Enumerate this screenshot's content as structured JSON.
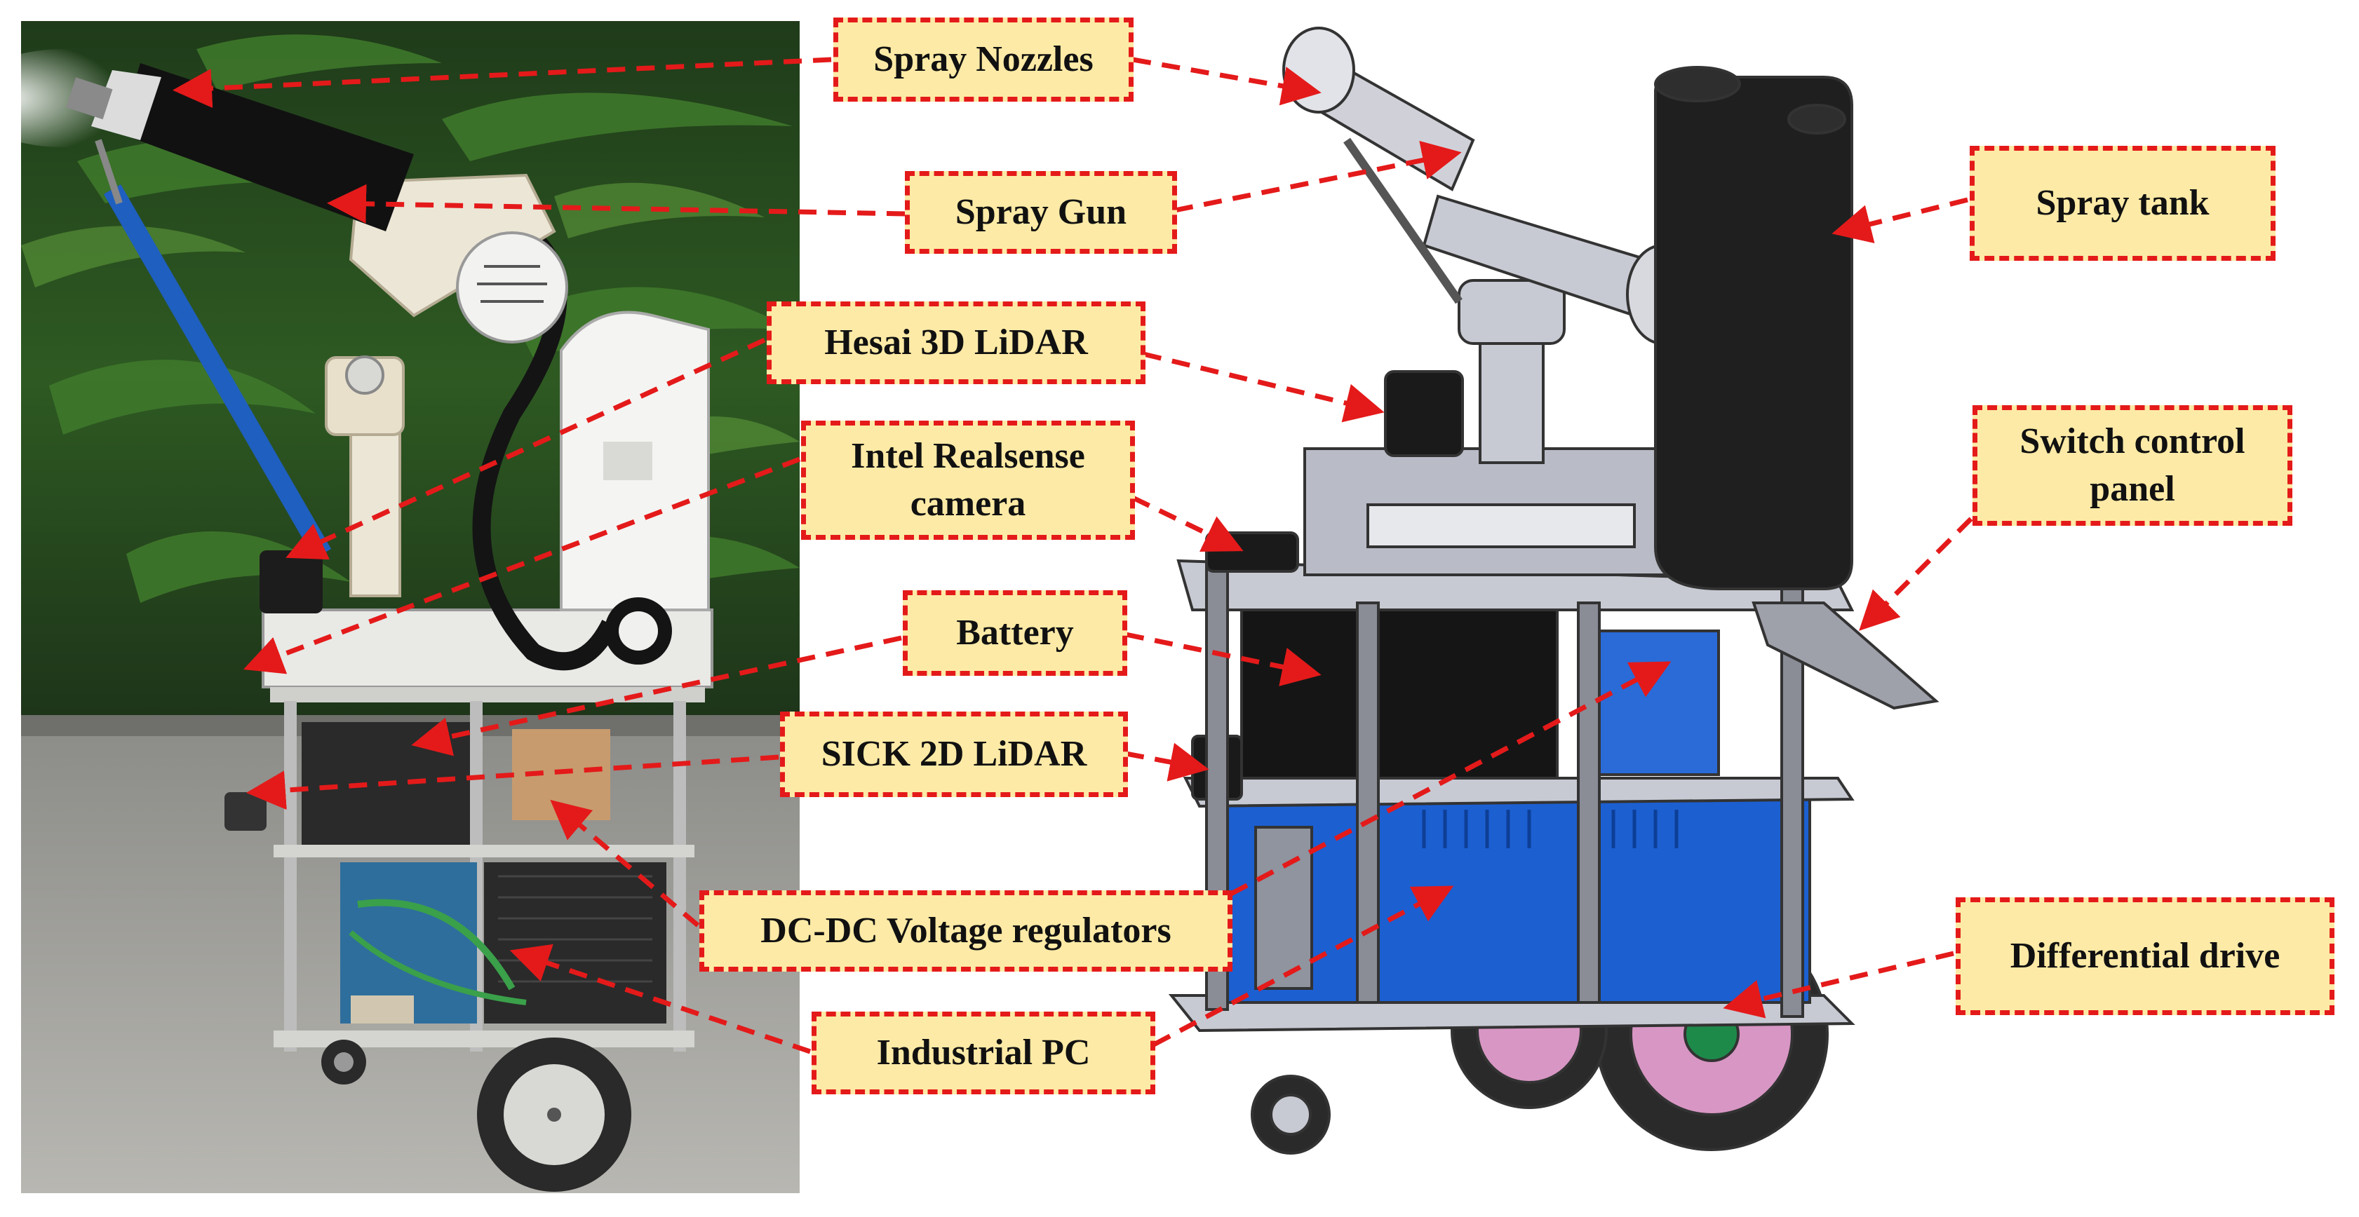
{
  "figure": {
    "labels": {
      "spray_nozzles": "Spray Nozzles",
      "spray_gun": "Spray Gun",
      "spray_tank": "Spray tank",
      "hesai_lidar": "Hesai 3D LiDAR",
      "realsense_camera": "Intel Realsense\ncamera",
      "switch_panel": "Switch control\npanel",
      "battery": "Battery",
      "sick_lidar": "SICK 2D LiDAR",
      "dcdc_regulators": "DC-DC Voltage regulators",
      "differential_drive": "Differential drive",
      "industrial_pc": "Industrial PC"
    },
    "colors": {
      "label_fill": "#fdeaa6",
      "label_border": "#e41a1a",
      "arrow": "#e41a1a",
      "robot_blue": "#1c5fd1",
      "cad_gray": "#c8cad3",
      "tank_black": "#222222",
      "wheel_pink": "#d896c4"
    }
  }
}
